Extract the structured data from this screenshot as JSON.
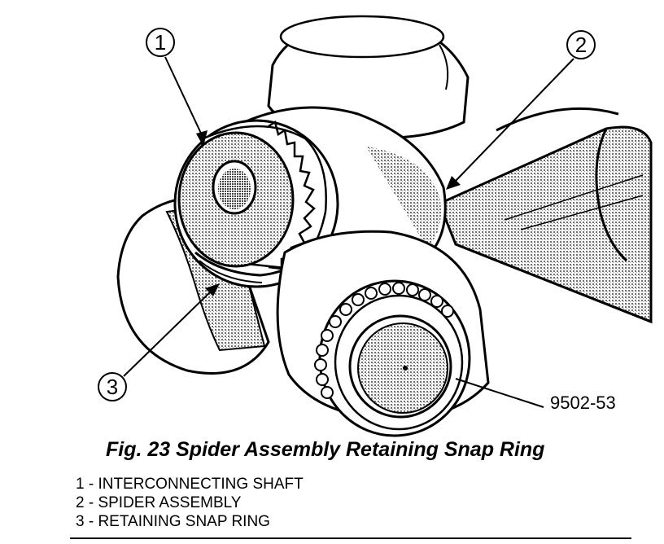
{
  "figure": {
    "code": "9502-53",
    "callouts": [
      "1",
      "2",
      "3"
    ]
  },
  "caption": "Fig. 23 Spider Assembly Retaining Snap Ring",
  "legend": [
    "1 - INTERCONNECTING SHAFT",
    "2 - SPIDER ASSEMBLY",
    "3 - RETAINING SNAP RING"
  ],
  "colors": {
    "ink": "#000000",
    "stipple": "#9a9a9a",
    "paper": "#ffffff"
  }
}
